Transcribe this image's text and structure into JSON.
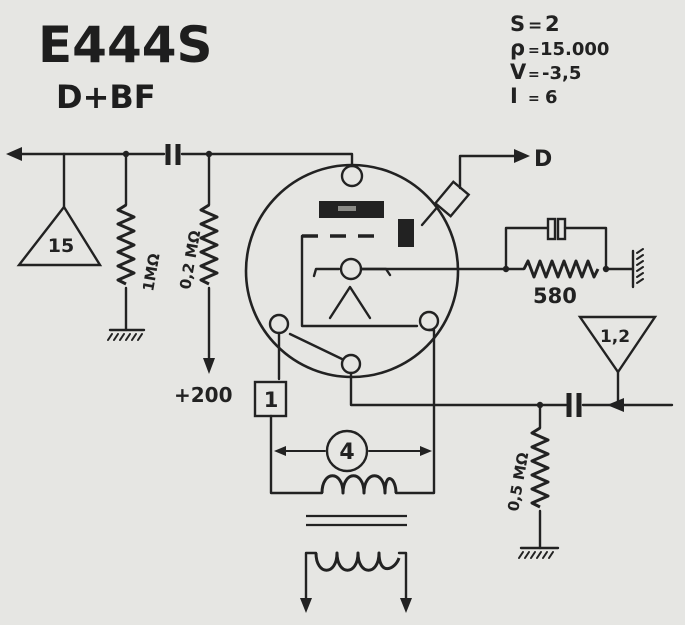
{
  "title": "E444S",
  "subtitle": "D+BF",
  "specs": [
    {
      "key": "S",
      "value": "2"
    },
    {
      "key": "ρ",
      "value": "15.000"
    },
    {
      "key": "V",
      "value": "-3,5"
    },
    {
      "key": "I",
      "value": "6"
    }
  ],
  "labels": {
    "cap_15": "15",
    "r_1m": "1MΩ",
    "r_02m": "0,2 MΩ",
    "supply": "+200",
    "out_d": "D",
    "r_580": "580",
    "cap_12": "1,2",
    "r_05m": "0,5 MΩ",
    "box_1": "1",
    "circle_4": "4"
  }
}
